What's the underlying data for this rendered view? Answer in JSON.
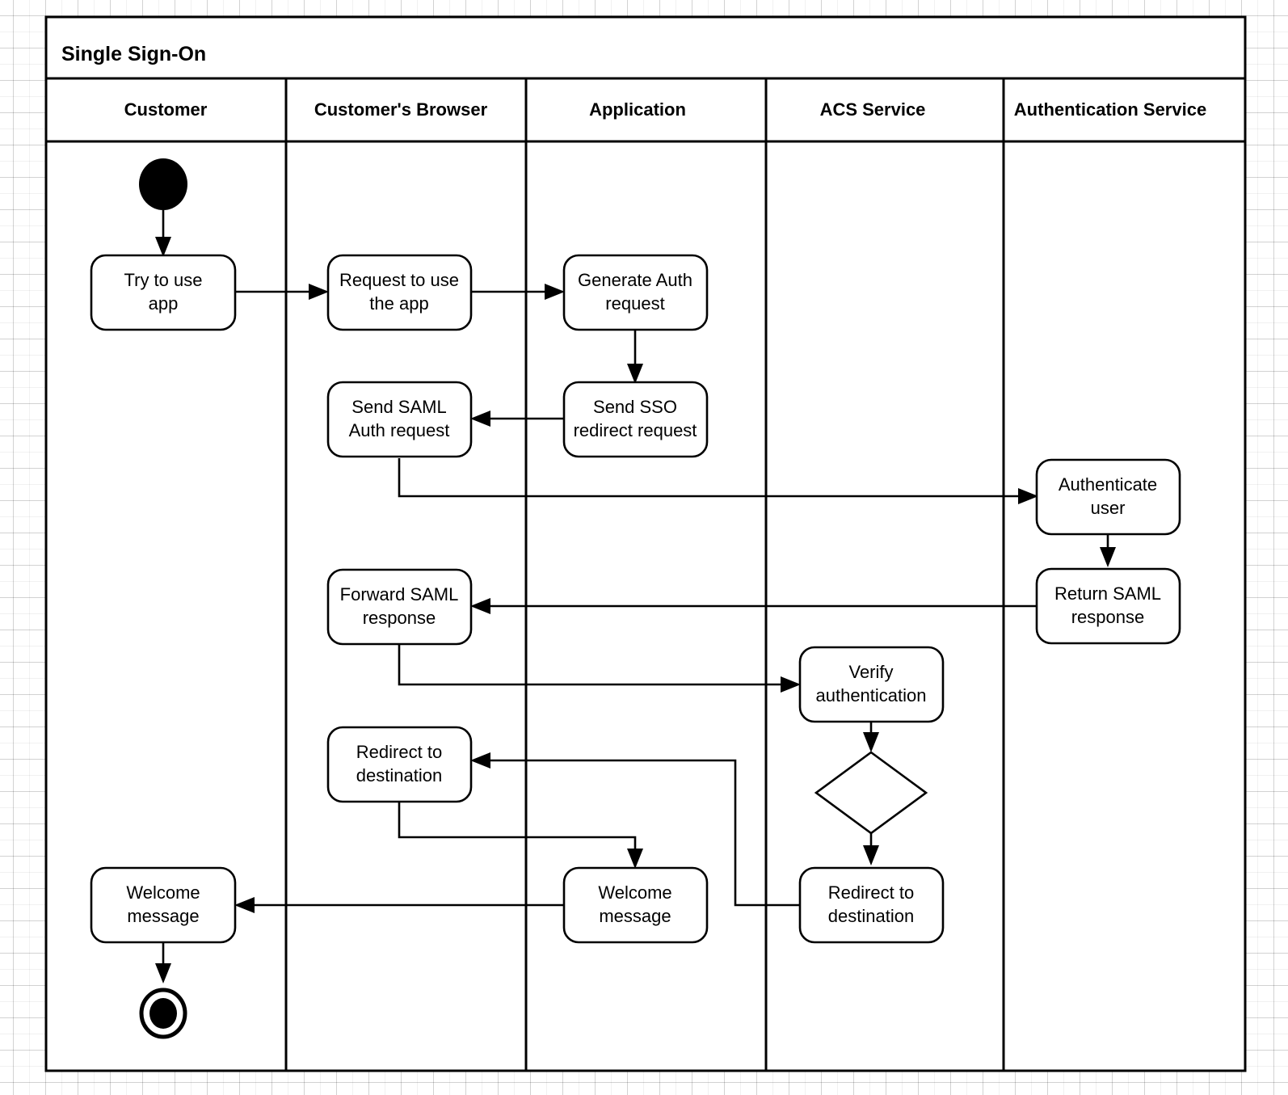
{
  "diagram": {
    "pool_title": "Single Sign-On",
    "type": "uml-activity-swimlane",
    "lanes": [
      {
        "id": "customer",
        "label": "Customer"
      },
      {
        "id": "browser",
        "label": "Customer's Browser"
      },
      {
        "id": "application",
        "label": "Application"
      },
      {
        "id": "acs",
        "label": "ACS Service"
      },
      {
        "id": "auth",
        "label": "Authentication Service"
      }
    ],
    "nodes": [
      {
        "id": "start",
        "lane": "customer",
        "kind": "initial",
        "label": ""
      },
      {
        "id": "try_use_app",
        "lane": "customer",
        "kind": "activity",
        "label": "Try to use app",
        "line1": "Try to use",
        "line2": "app"
      },
      {
        "id": "request_app",
        "lane": "browser",
        "kind": "activity",
        "label": "Request to use the app",
        "line1": "Request to use",
        "line2": "the app"
      },
      {
        "id": "gen_auth_req",
        "lane": "application",
        "kind": "activity",
        "label": "Generate Auth request",
        "line1": "Generate Auth",
        "line2": "request"
      },
      {
        "id": "send_sso",
        "lane": "application",
        "kind": "activity",
        "label": "Send SSO redirect request",
        "line1": "Send SSO",
        "line2": "redirect request"
      },
      {
        "id": "send_saml_req",
        "lane": "browser",
        "kind": "activity",
        "label": "Send SAML Auth request",
        "line1": "Send SAML",
        "line2": "Auth request"
      },
      {
        "id": "auth_user",
        "lane": "auth",
        "kind": "activity",
        "label": "Authenticate user",
        "line1": "Authenticate",
        "line2": "user"
      },
      {
        "id": "return_saml",
        "lane": "auth",
        "kind": "activity",
        "label": "Return SAML response",
        "line1": "Return SAML",
        "line2": "response"
      },
      {
        "id": "forward_saml",
        "lane": "browser",
        "kind": "activity",
        "label": "Forward SAML response",
        "line1": "Forward SAML",
        "line2": "response"
      },
      {
        "id": "verify_auth",
        "lane": "acs",
        "kind": "activity",
        "label": "Verify authentication",
        "line1": "Verify",
        "line2": "authentication"
      },
      {
        "id": "decision",
        "lane": "acs",
        "kind": "decision",
        "label": ""
      },
      {
        "id": "redirect_acs",
        "lane": "acs",
        "kind": "activity",
        "label": "Redirect to destination",
        "line1": "Redirect to",
        "line2": "destination"
      },
      {
        "id": "redirect_brw",
        "lane": "browser",
        "kind": "activity",
        "label": "Redirect to destination",
        "line1": "Redirect to",
        "line2": "destination"
      },
      {
        "id": "welcome_app",
        "lane": "application",
        "kind": "activity",
        "label": "Welcome message",
        "line1": "Welcome",
        "line2": "message"
      },
      {
        "id": "welcome_cust",
        "lane": "customer",
        "kind": "activity",
        "label": "Welcome message",
        "line1": "Welcome",
        "line2": "message"
      },
      {
        "id": "end",
        "lane": "customer",
        "kind": "final",
        "label": ""
      }
    ],
    "edges": [
      {
        "from": "start",
        "to": "try_use_app"
      },
      {
        "from": "try_use_app",
        "to": "request_app"
      },
      {
        "from": "request_app",
        "to": "gen_auth_req"
      },
      {
        "from": "gen_auth_req",
        "to": "send_sso"
      },
      {
        "from": "send_sso",
        "to": "send_saml_req"
      },
      {
        "from": "send_saml_req",
        "to": "auth_user"
      },
      {
        "from": "auth_user",
        "to": "return_saml"
      },
      {
        "from": "return_saml",
        "to": "forward_saml"
      },
      {
        "from": "forward_saml",
        "to": "verify_auth"
      },
      {
        "from": "verify_auth",
        "to": "decision"
      },
      {
        "from": "decision",
        "to": "redirect_acs"
      },
      {
        "from": "redirect_acs",
        "to": "redirect_brw"
      },
      {
        "from": "redirect_brw",
        "to": "welcome_app"
      },
      {
        "from": "welcome_app",
        "to": "welcome_cust"
      },
      {
        "from": "welcome_cust",
        "to": "end"
      }
    ],
    "colors": {
      "stroke": "#000000",
      "fill": "#ffffff",
      "grid": "#d5d5d5",
      "background": "#ffffff"
    }
  }
}
